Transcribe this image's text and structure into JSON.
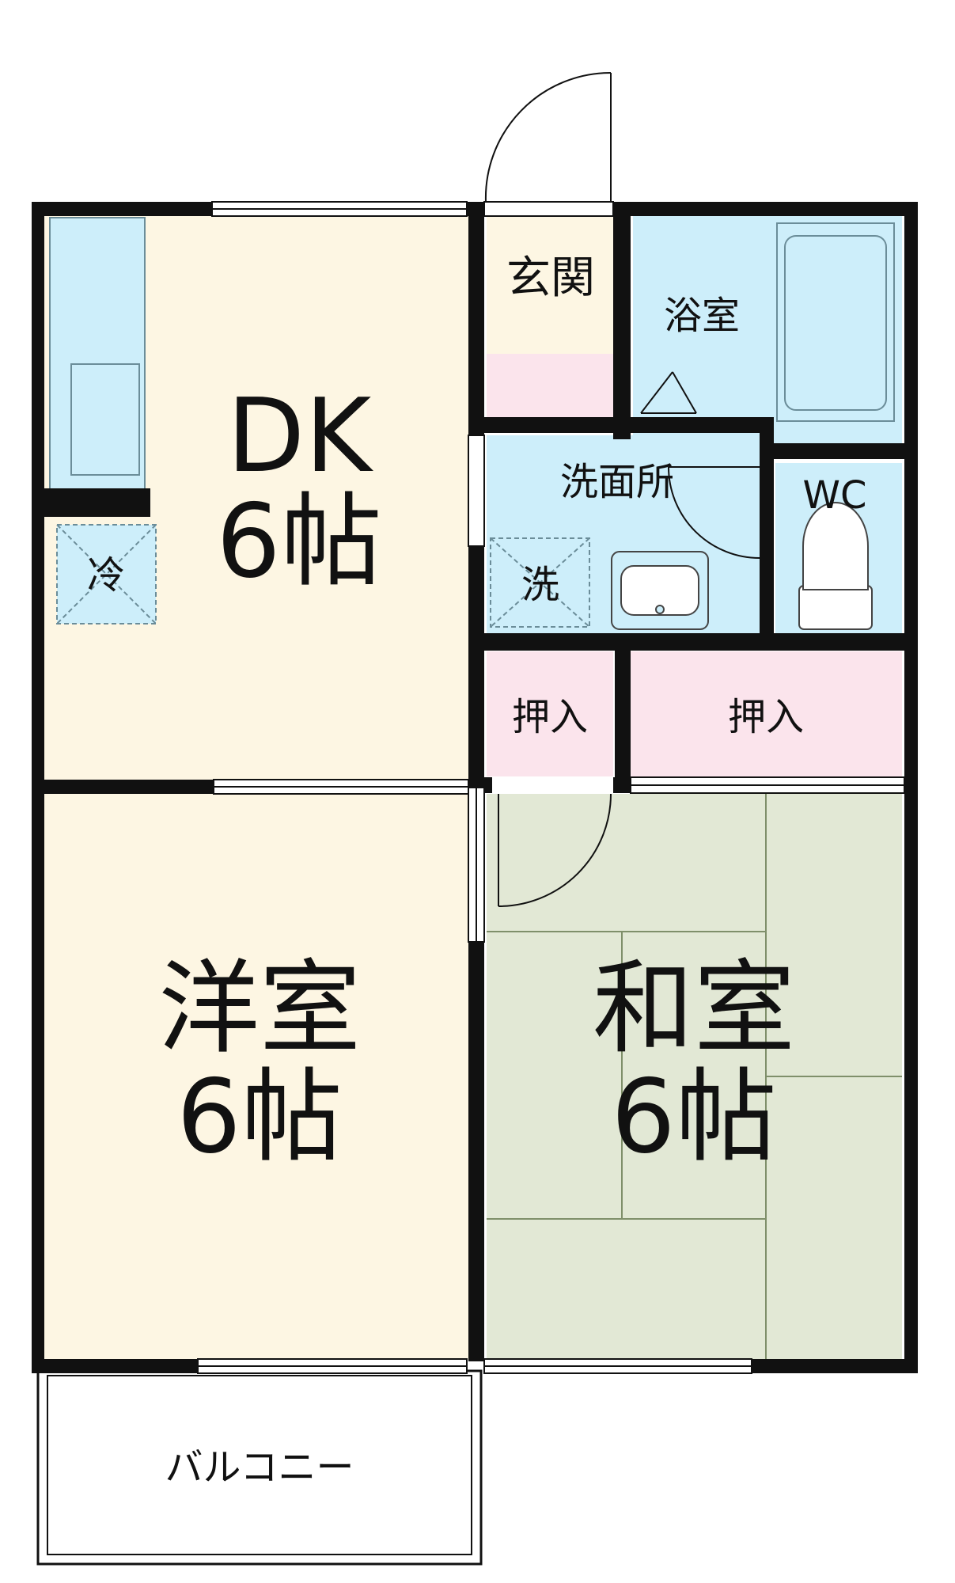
{
  "rooms": {
    "dk": {
      "line1": "DK",
      "line2": "6帖"
    },
    "yoshitsu": {
      "line1": "洋室",
      "line2": "6帖"
    },
    "washitsu": {
      "line1": "和室",
      "line2": "6帖"
    },
    "genkan": {
      "label": "玄関"
    },
    "yokushitsu": {
      "label": "浴室"
    },
    "senmenjo": {
      "label": "洗面所"
    },
    "wc": {
      "label": "WC"
    },
    "oshiire_left": {
      "label": "押入"
    },
    "oshiire_right": {
      "label": "押入"
    },
    "balcony": {
      "label": "バルコニー"
    }
  },
  "appliances": {
    "fridge": {
      "label": "冷"
    },
    "washer": {
      "label": "洗"
    }
  },
  "colors": {
    "wall": "#111111",
    "dk_floor": "#fdf6e3",
    "wet_area": "#cdeefa",
    "closet": "#fbe4ec",
    "tatami": "#e2e8d5",
    "tatami_line": "#7f8f6a"
  }
}
